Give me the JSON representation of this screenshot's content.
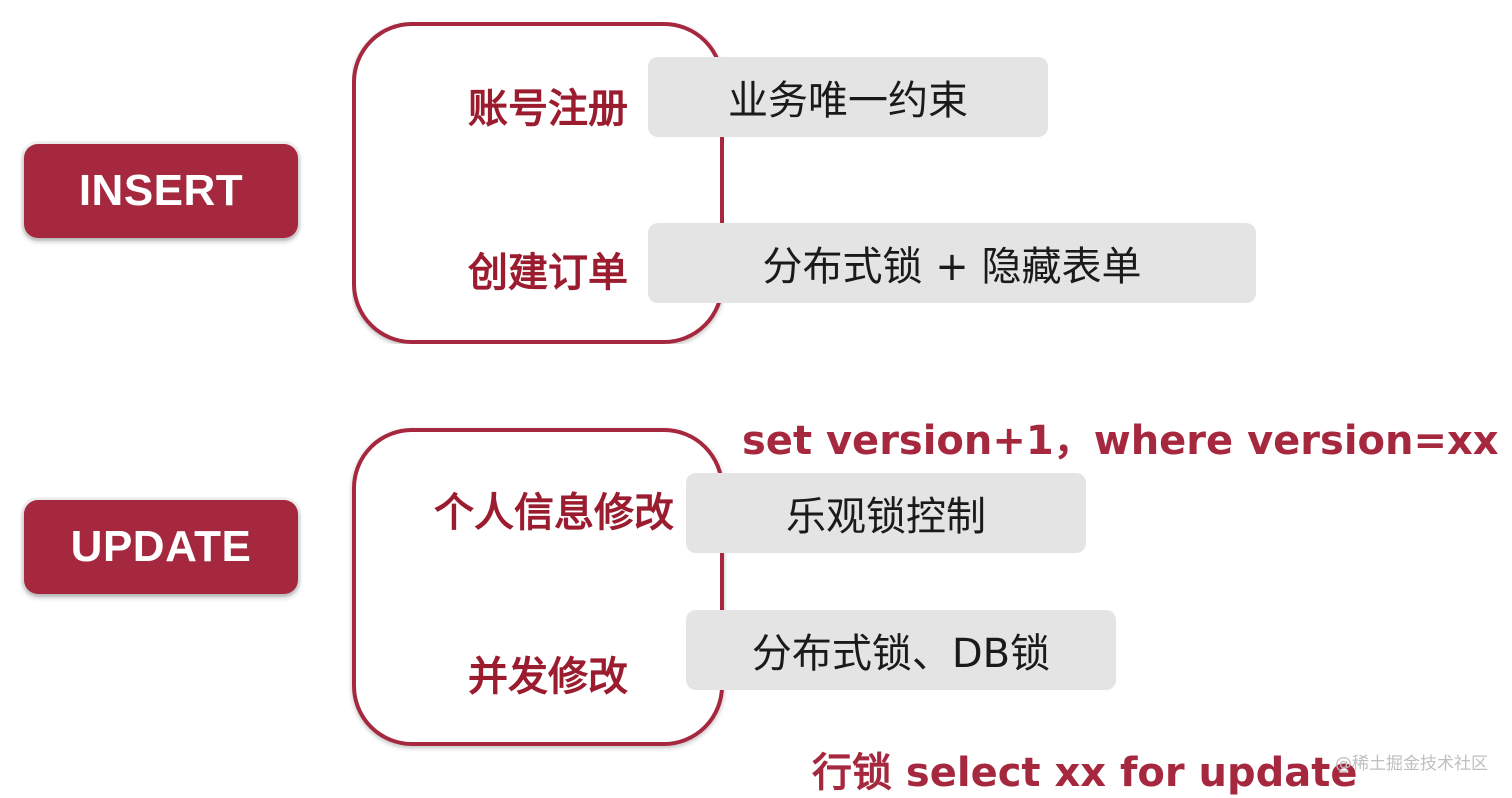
{
  "insert": {
    "label": "INSERT",
    "scenarios": [
      {
        "name": "账号注册",
        "solution": "业务唯一约束"
      },
      {
        "name": "创建订单",
        "solution": "分布式锁 + 隐藏表单"
      }
    ]
  },
  "update": {
    "label": "UPDATE",
    "scenarios": [
      {
        "name": "个人信息修改",
        "solution": "乐观锁控制"
      },
      {
        "name": "并发修改",
        "solution": "分布式锁、DB锁"
      }
    ],
    "notes": {
      "optimistic": "set version+1，where version=xx",
      "row_lock": "行锁 select xx for update"
    }
  },
  "watermark": "@稀土掘金技术社区",
  "colors": {
    "accent": "#a5283f",
    "scenario_text": "#9b1b2f",
    "solution_bg": "#e4e4e4"
  }
}
